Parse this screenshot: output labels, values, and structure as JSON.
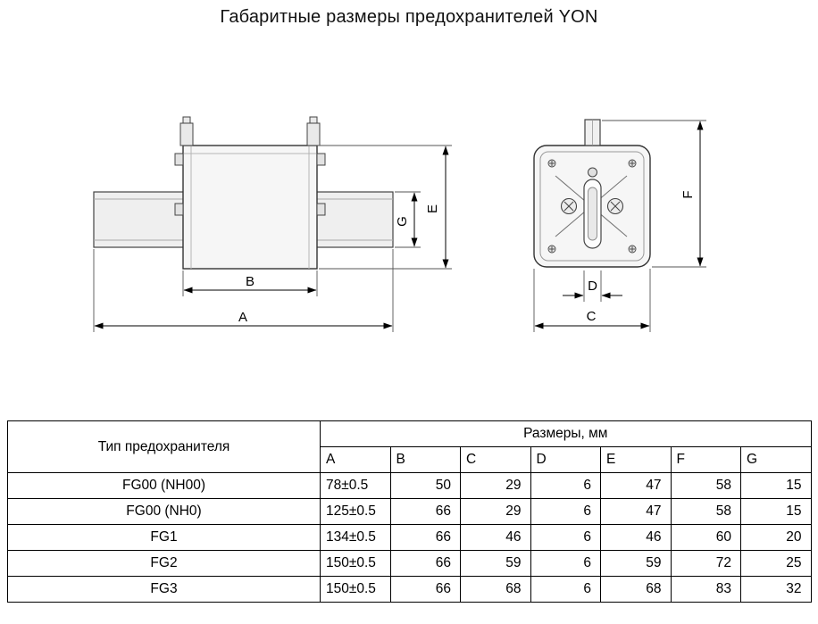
{
  "title": "Габаритные размеры предохранителей YON",
  "drawing": {
    "labels": {
      "A": "A",
      "B": "B",
      "C": "C",
      "D": "D",
      "E": "E",
      "F": "F",
      "G": "G"
    }
  },
  "table": {
    "header_type": "Тип предохранителя",
    "header_dims": "Размеры, мм",
    "columns": [
      "A",
      "B",
      "C",
      "D",
      "E",
      "F",
      "G"
    ],
    "rows": [
      {
        "type": "FG00 (NH00)",
        "values": [
          "78±0.5",
          "50",
          "29",
          "6",
          "47",
          "58",
          "15"
        ]
      },
      {
        "type": "FG00 (NH0)",
        "values": [
          "125±0.5",
          "66",
          "29",
          "6",
          "47",
          "58",
          "15"
        ]
      },
      {
        "type": "FG1",
        "values": [
          "134±0.5",
          "66",
          "46",
          "6",
          "46",
          "60",
          "20"
        ]
      },
      {
        "type": "FG2",
        "values": [
          "150±0.5",
          "66",
          "59",
          "6",
          "59",
          "72",
          "25"
        ]
      },
      {
        "type": "FG3",
        "values": [
          "150±0.5",
          "66",
          "68",
          "6",
          "68",
          "83",
          "32"
        ]
      }
    ]
  }
}
